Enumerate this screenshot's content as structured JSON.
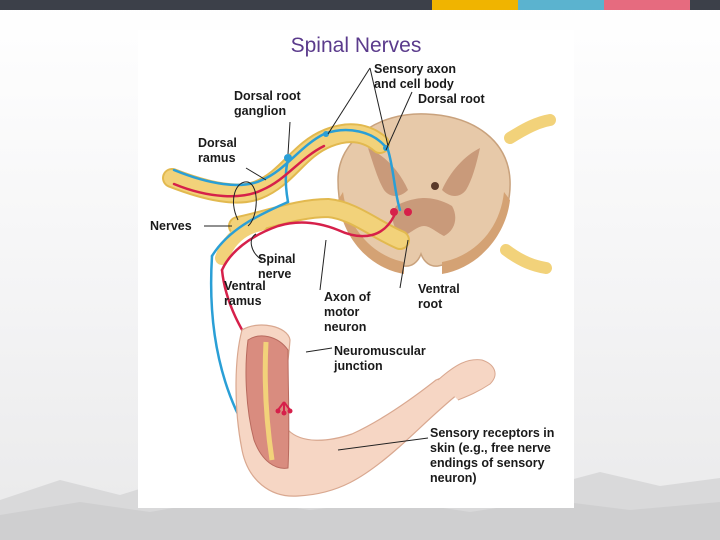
{
  "slide": {
    "accent_colors": [
      "#3c4049",
      "#3c4049",
      "#3c4049",
      "#3c4049",
      "#3c4049",
      "#f0b400",
      "#5bb3cf",
      "#e66b7f"
    ]
  },
  "diagram": {
    "title": "Spinal Nerves",
    "labels": {
      "sensory_axon": "Sensory axon\nand cell body",
      "dorsal_root": "Dorsal root",
      "dorsal_root_ganglion": "Dorsal root\nganglion",
      "dorsal_ramus": "Dorsal\nramus",
      "nerves": "Nerves",
      "spinal_nerve": "Spinal\nnerve",
      "ventral_ramus": "Ventral\nramus",
      "axon_motor": "Axon of\nmotor\nneuron",
      "ventral_root": "Ventral\nroot",
      "neuromuscular": "Neuromuscular\njunction",
      "sensory_receptors": "Sensory receptors in\nskin (e.g., free nerve\nendings of sensory\nneuron)"
    },
    "colors": {
      "sensory": "#2a9fd6",
      "motor": "#d6204a",
      "nerve": "#f2d27a",
      "cord": "#e7c9a9",
      "gray_matter": "#c99a7a",
      "skin": "#f6d6c4",
      "muscle": "#d98c7f"
    }
  }
}
